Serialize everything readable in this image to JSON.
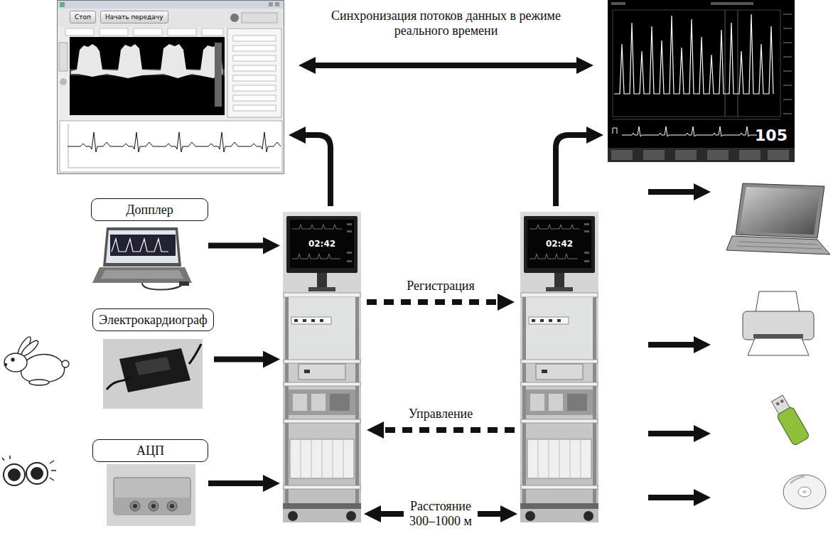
{
  "diagram": {
    "nodes": [
      {
        "text": [
          "Стоп",
          "Начать передачу"
        ]
      },
      {
        "text": [
          "105"
        ]
      },
      {
        "text": [
          "Допплер"
        ]
      },
      {
        "text": [
          "02:42"
        ]
      },
      {
        "text": [
          "02:42"
        ]
      },
      {
        "text": [
          "Электрокардиограф"
        ]
      },
      {
        "text": [
          "АЦП"
        ]
      }
    ],
    "edges": [
      {
        "from": 0,
        "to": 1,
        "arrow": "both",
        "label": "Синхронизация потоков данных в режиме реального времени"
      },
      {
        "from": 3,
        "to": 0,
        "arrow": "to"
      },
      {
        "from": 4,
        "to": 1,
        "arrow": "to"
      },
      {
        "from": 2,
        "to": 3,
        "arrow": "to"
      },
      {
        "from": 5,
        "to": 3,
        "arrow": "to"
      },
      {
        "from": 6,
        "to": 3,
        "arrow": "to"
      },
      {
        "from": 3,
        "to": 4,
        "arrow": "to",
        "label": "Регистрация"
      },
      {
        "from": 4,
        "to": 3,
        "arrow": "to",
        "label": "Управление"
      },
      {
        "from": 3,
        "to": 4,
        "arrow": "both",
        "label": "Расстояние 300–1000 м"
      }
    ]
  }
}
